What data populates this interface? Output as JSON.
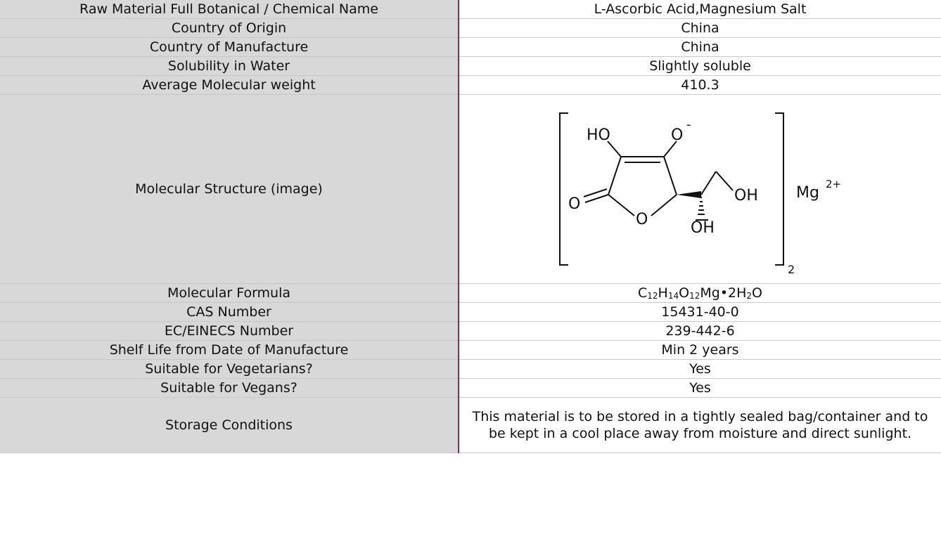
{
  "rows": [
    {
      "label": "Raw Material Full Botanical / Chemical Name",
      "value": "L-Ascorbic Acid,Magnesium Salt"
    },
    {
      "label": "Country of Origin",
      "value": "China"
    },
    {
      "label": "Country of Manufacture",
      "value": "China"
    },
    {
      "label": "Solubility in Water",
      "value": "Slightly soluble"
    },
    {
      "label": "Average Molecular weight",
      "value": "410.3"
    },
    {
      "label": "Molecular Structure (image)"
    },
    {
      "label": "Molecular Formula"
    },
    {
      "label": "CAS Number",
      "value": "15431-40-0"
    },
    {
      "label": "EC/EINECS Number",
      "value": "239-442-6"
    },
    {
      "label": "Shelf Life from Date of Manufacture",
      "value": "Min 2 years"
    },
    {
      "label": "Suitable for Vegetarians?",
      "value": "Yes"
    },
    {
      "label": "Suitable for Vegans?",
      "value": "Yes"
    },
    {
      "label": "Storage Conditions",
      "value": "This material is to be stored in a tightly sealed bag/container and to be kept in a cool place away from moisture and direct sunlight."
    }
  ],
  "formula": {
    "parts": [
      {
        "text": "C",
        "sub": "12"
      },
      {
        "text": "H",
        "sub": "14"
      },
      {
        "text": "O",
        "sub": "12"
      },
      {
        "text": "Mg•2H",
        "sub": "2"
      },
      {
        "text": "O",
        "sub": ""
      }
    ]
  },
  "structure": {
    "ho": "HO",
    "o_minus": "O",
    "minus": "-",
    "ring_o": "O",
    "carbonyl_o": "O",
    "oh_right": "OH",
    "oh_bottom": "OH",
    "mg": "Mg",
    "mg_charge": "2+",
    "subscript": "2"
  }
}
